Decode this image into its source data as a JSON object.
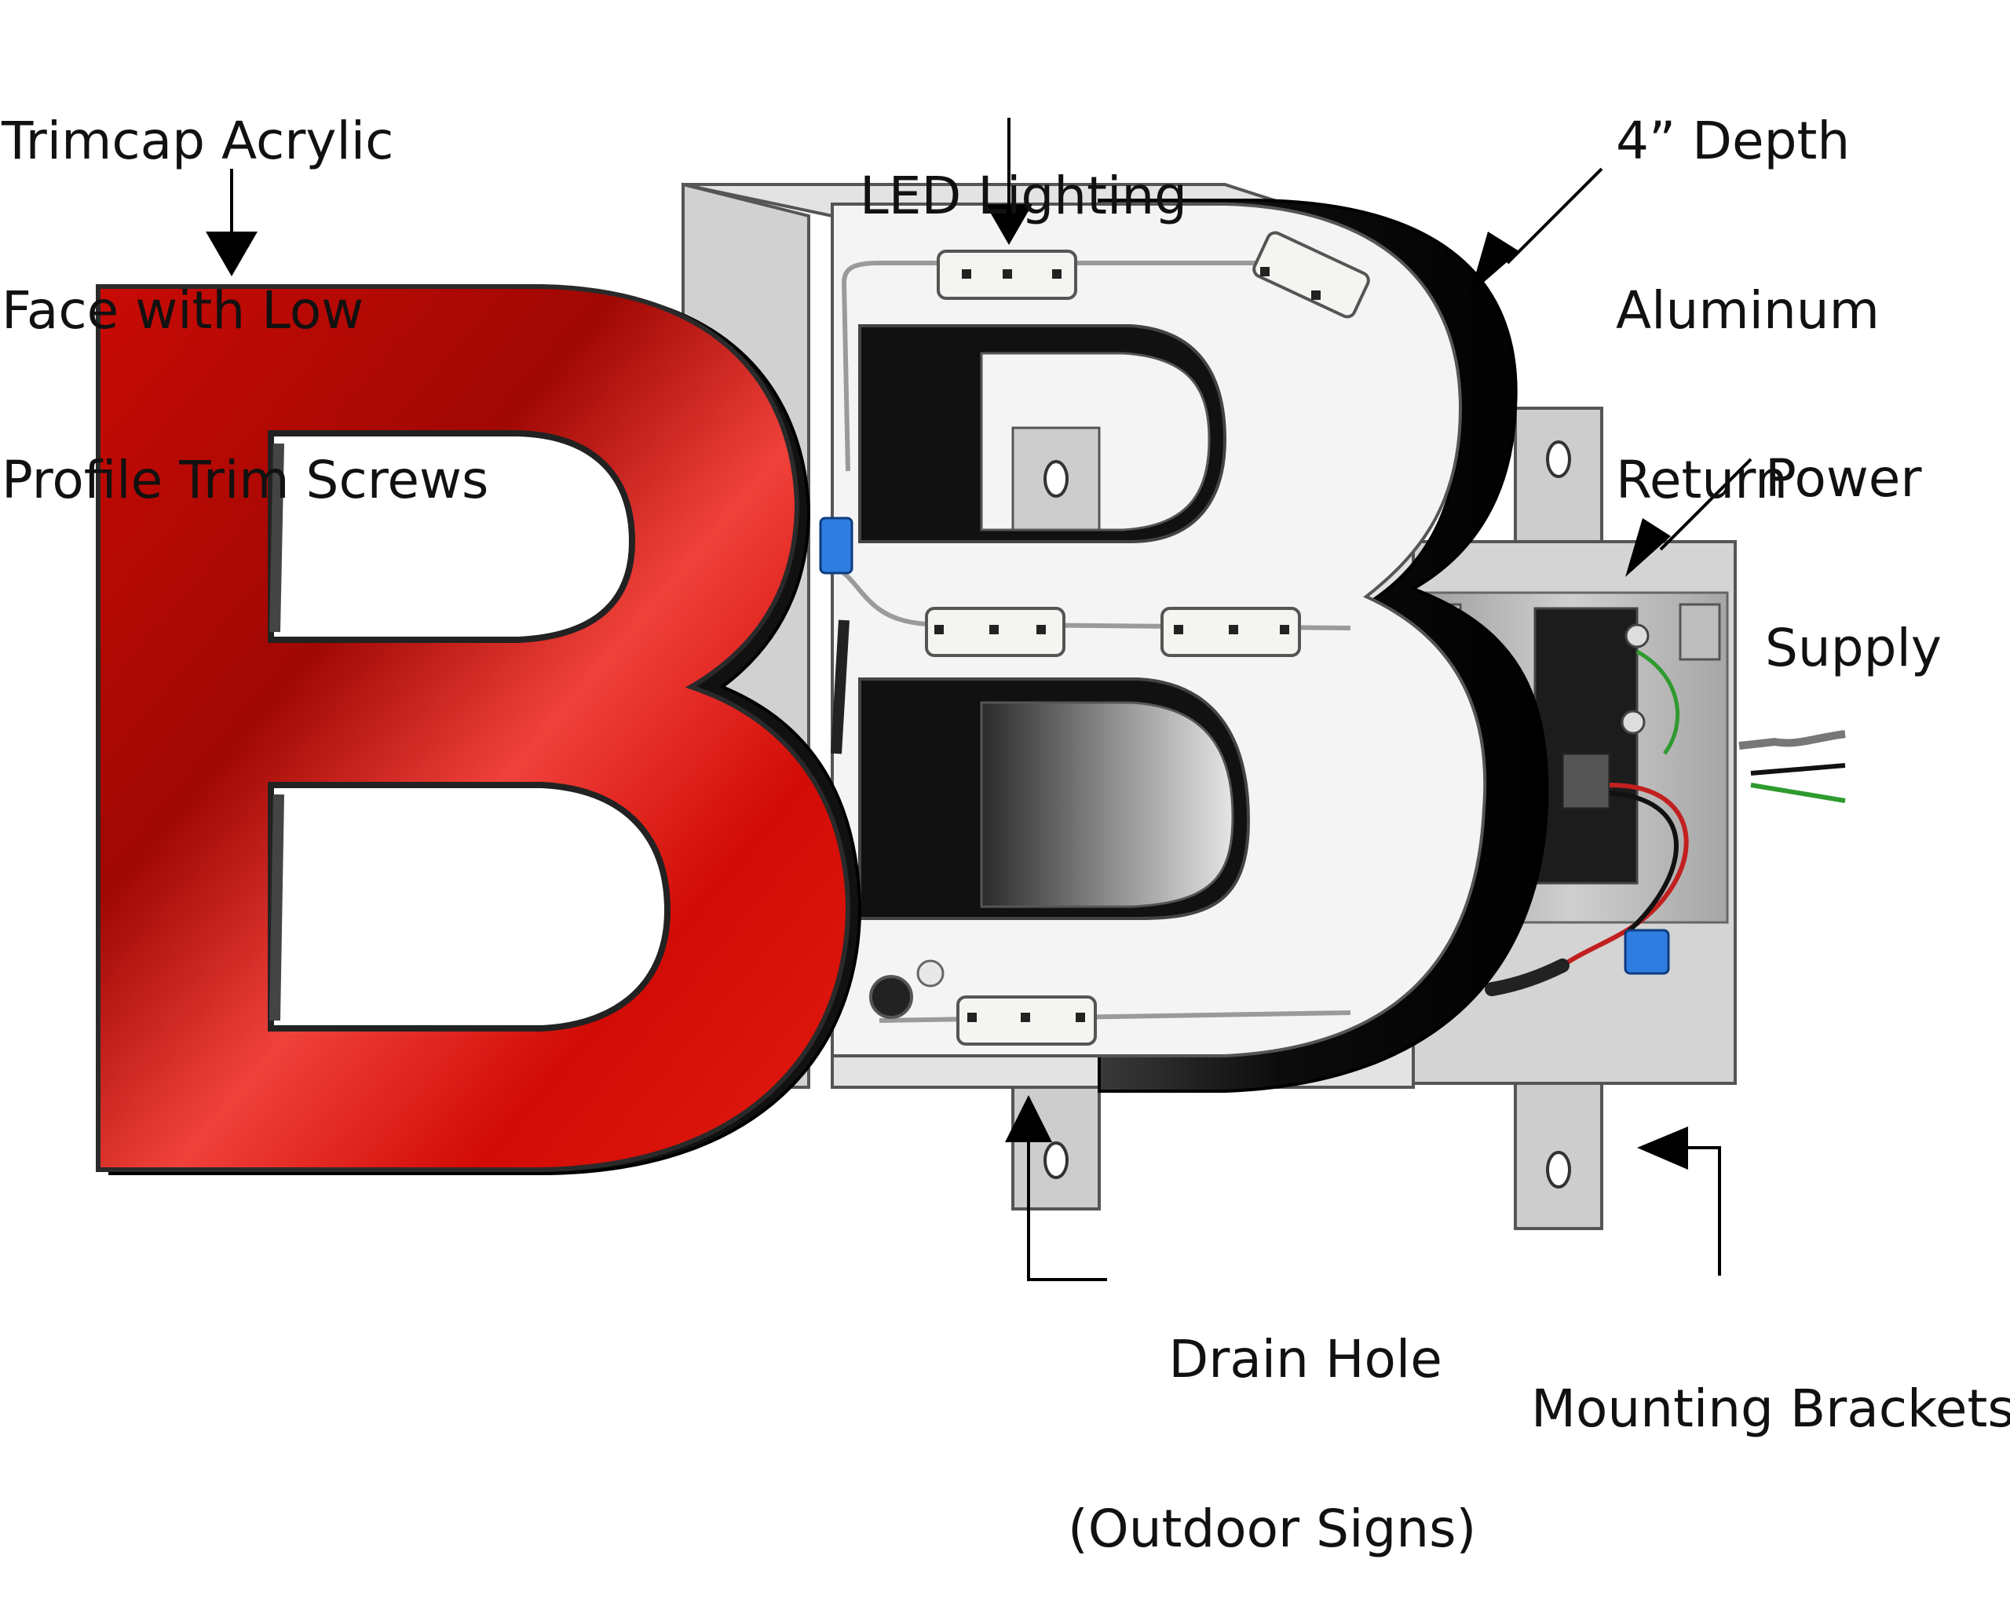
{
  "diagram": {
    "labels": {
      "trimcap": [
        "Trimcap Acrylic",
        "Face with Low",
        "Profile Trim Screws"
      ],
      "led": [
        "LED Lighting"
      ],
      "depth": [
        "4” Depth",
        "Aluminum",
        "Return"
      ],
      "power": [
        "Power",
        "Supply"
      ],
      "drain": [
        "Drain Hole",
        "(Outdoor Signs)"
      ],
      "mounting": [
        "Mounting Brackets"
      ]
    },
    "colors": {
      "face_red": "#d90a05",
      "face_red_dark": "#9c0a04",
      "return_black": "#121212",
      "backplate": "#e6e6e6",
      "metal": "#c8c8c8",
      "led_module": "#f4f4f0",
      "connector_blue": "#2f7de0",
      "ground_wire": "#2f9a2f",
      "hot_wire": "#c22020"
    },
    "icons": [
      "arrow-down-icon",
      "arrow-up-icon",
      "arrow-left-icon",
      "arrow-diagonal-icon"
    ]
  }
}
